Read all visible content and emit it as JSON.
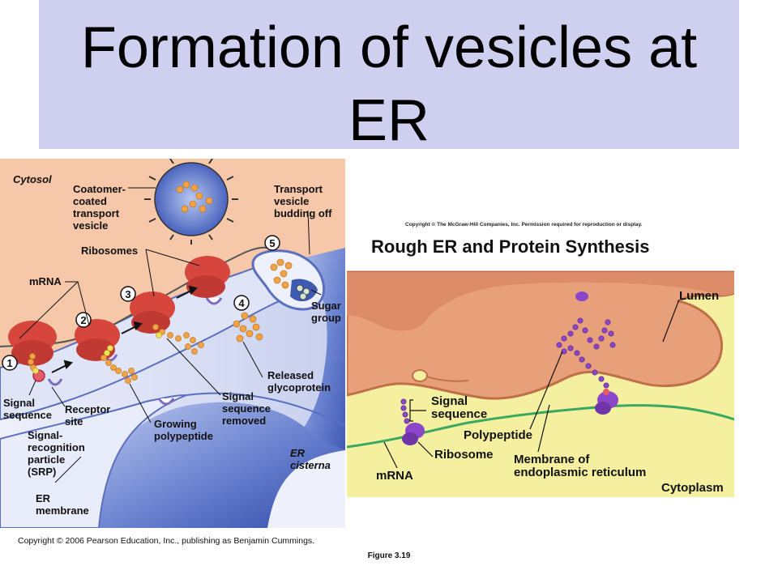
{
  "title": "Formation of vesicles at ER",
  "left_diagram": {
    "labels": {
      "cytosol": "Cytosol",
      "coatomer_line1": "Coatomer-",
      "coatomer_line2": "coated",
      "coatomer_line3": "transport",
      "coatomer_line4": "vesicle",
      "transport_line1": "Transport",
      "transport_line2": "vesicle",
      "transport_line3": "budding off",
      "ribosomes": "Ribosomes",
      "mrna": "mRNA",
      "sugar_line1": "Sugar",
      "sugar_line2": "group",
      "released_line1": "Released",
      "released_line2": "glycoprotein",
      "signal_seq_line1": "Signal",
      "signal_seq_line2": "sequence",
      "receptor_line1": "Receptor",
      "receptor_line2": "site",
      "signal_removed_line1": "Signal",
      "signal_removed_line2": "sequence",
      "signal_removed_line3": "removed",
      "growing_line1": "Growing",
      "growing_line2": "polypeptide",
      "srp_line1": "Signal-",
      "srp_line2": "recognition",
      "srp_line3": "particle",
      "srp_line4": "(SRP)",
      "er_cisterna_line1": "ER",
      "er_cisterna_line2": "cisterna",
      "er_membrane_line1": "ER",
      "er_membrane_line2": "membrane"
    },
    "steps": [
      "1",
      "2",
      "3",
      "4",
      "5"
    ],
    "copyright": "Copyright © 2006 Pearson Education, Inc., publishing as Benjamin Cummings."
  },
  "right_diagram": {
    "copyright": "Copyright © The McGraw-Hill Companies, Inc. Permission required for reproduction or display.",
    "title": "Rough ER and Protein Synthesis",
    "labels": {
      "lumen": "Lumen",
      "signal_line1": "Signal",
      "signal_line2": "sequence",
      "polypeptide": "Polypeptide",
      "ribosome": "Ribosome",
      "membrane_line1": "Membrane of",
      "membrane_line2": "endoplasmic reticulum",
      "mrna": "mRNA",
      "cytoplasm": "Cytoplasm"
    }
  },
  "figure_label": "Figure 3.19",
  "colors": {
    "title_bg": "#cfcff0",
    "left_bg": "#f6c7a9",
    "er_blue": "#4f6cc2",
    "ribosome_red": "#d6463d",
    "chain_orange": "#f2a347",
    "right_bg": "#f5f0a0",
    "lumen": "#e8a07a",
    "purple": "#8a45c8"
  }
}
